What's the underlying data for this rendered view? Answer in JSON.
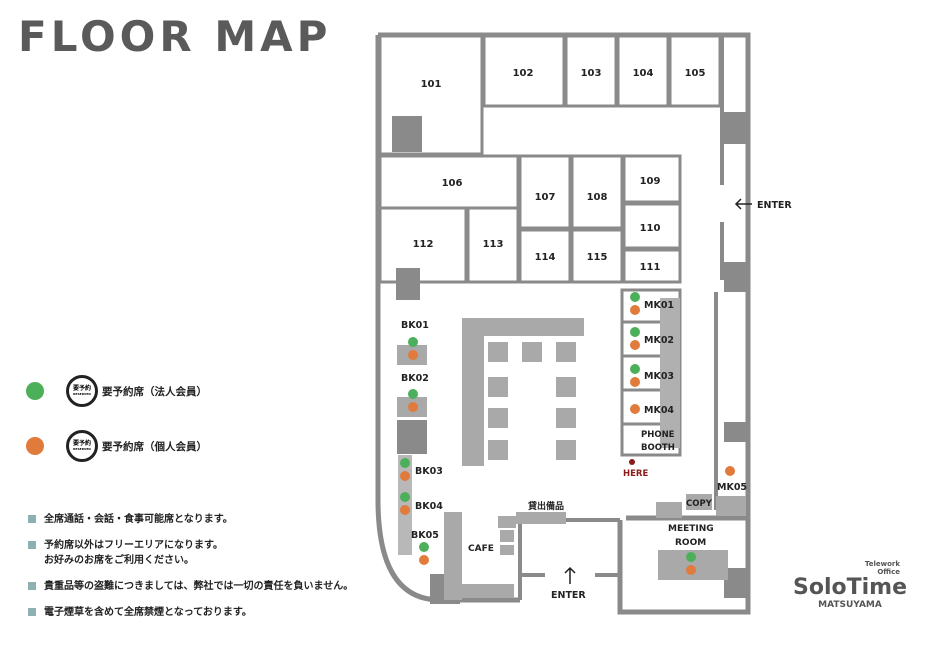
{
  "title": "FLOOR MAP",
  "legend": [
    {
      "badge_main": "要予約",
      "badge_sub": "RESERVED",
      "label": "要予約席（法人会員）",
      "color": "#4caf5a"
    },
    {
      "badge_main": "要予約",
      "badge_sub": "RESERVED",
      "label": "要予約席（個人会員）",
      "color": "#e07b3c"
    }
  ],
  "notes": [
    "全席通話・会話・食事可能席となります。",
    "予約席以外はフリーエリアになります。\nお好みのお席をご利用ください。",
    "貴重品等の盗難につきましては、弊社では一切の責任を負いません。",
    "電子煙草を含めて全席禁煙となっております。"
  ],
  "rooms": [
    "101",
    "102",
    "103",
    "104",
    "105",
    "106",
    "107",
    "108",
    "109",
    "110",
    "111",
    "112",
    "113",
    "114",
    "115"
  ],
  "seats": {
    "mk01": "MK01",
    "mk02": "MK02",
    "mk03": "MK03",
    "mk04": "MK04",
    "mk05": "MK05",
    "bk01": "BK01",
    "bk02": "BK02",
    "bk03": "BK03",
    "bk04": "BK04",
    "bk05": "BK05"
  },
  "areas": {
    "phone1": "PHONE",
    "phone2": "BOOTH",
    "here": "HERE",
    "copy": "COPY",
    "meeting1": "MEETING",
    "meeting2": "ROOM",
    "cafe": "CAFE",
    "rental": "貸出備品",
    "enter_right": "ENTER",
    "enter_bottom": "ENTER"
  },
  "logo": {
    "tag1": "Telework",
    "tag2": "Office",
    "brand": "SoloTime",
    "city": "MATSUYAMA"
  },
  "colors": {
    "green": "#4caf5a",
    "orange": "#e07b3c",
    "wall": "#8a8a8a",
    "here": "#8b1a1a"
  }
}
